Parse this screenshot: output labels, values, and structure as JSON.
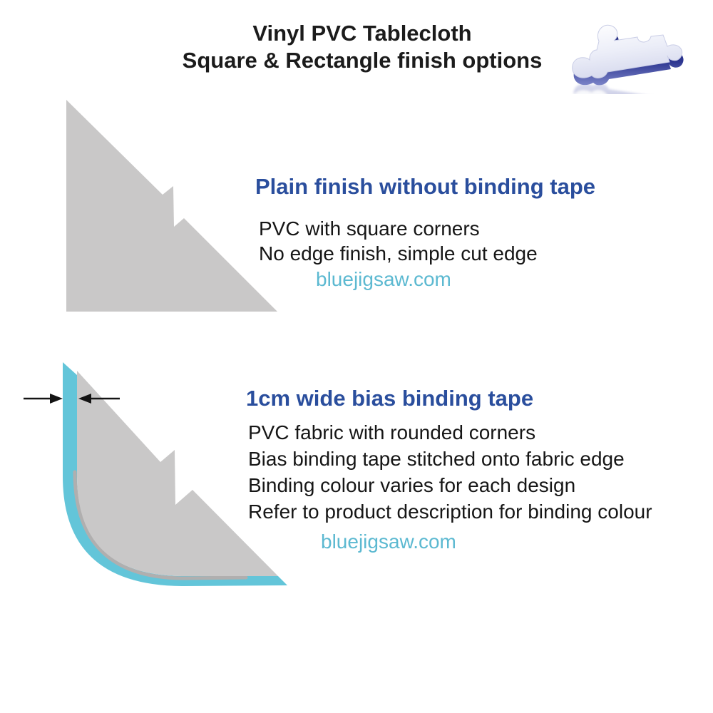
{
  "header": {
    "title_line1": "Vinyl PVC Tablecloth",
    "title_line2": "Square & Rectangle finish options"
  },
  "logo": {
    "icon": "jigsaw-puzzle-piece"
  },
  "colors": {
    "title_black": "#1b1b1b",
    "heading_blue": "#2a4e9d",
    "body_black": "#161616",
    "site_teal": "#5cb9d1",
    "fabric_gray": "#c9c8c8",
    "fabric_shadow_gray": "#b0afaf",
    "tape_teal": "#63c5d9",
    "arrow_black": "#141414",
    "logo_navy": "#2c3590",
    "logo_face_light": "#f1f2f9"
  },
  "sections": [
    {
      "heading": "Plain finish without binding tape",
      "lines": [
        "PVC with square corners",
        "No edge finish, simple cut edge"
      ],
      "site": "bluejigsaw.com"
    },
    {
      "heading": "1cm wide bias binding tape",
      "lines": [
        "PVC fabric with rounded corners",
        "Bias binding tape stitched onto fabric edge",
        "Binding colour varies for each design",
        "Refer to product description for binding colour"
      ],
      "site": "bluejigsaw.com"
    }
  ]
}
